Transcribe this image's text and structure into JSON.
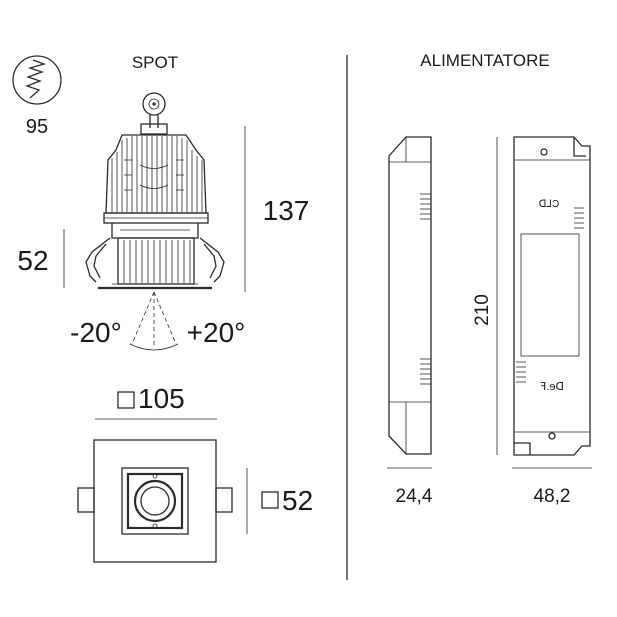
{
  "spot": {
    "title": "SPOT",
    "ip_marker": "95",
    "height_total": "137",
    "height_recessed": "52",
    "tilt_left": "-20°",
    "tilt_right": "+20°",
    "cutout_square": "105",
    "body_square": "52"
  },
  "driver": {
    "title": "ALIMENTATORE",
    "length": "210",
    "thickness": "24,4",
    "width": "48,2",
    "brand_mark_top": "ᗡ⅃Ɔ",
    "brand_mark_bottom": "ꟻ.ɘᗡ"
  },
  "colors": {
    "line": "#2a2a2a",
    "text": "#1a1a1a",
    "background": "#ffffff"
  }
}
